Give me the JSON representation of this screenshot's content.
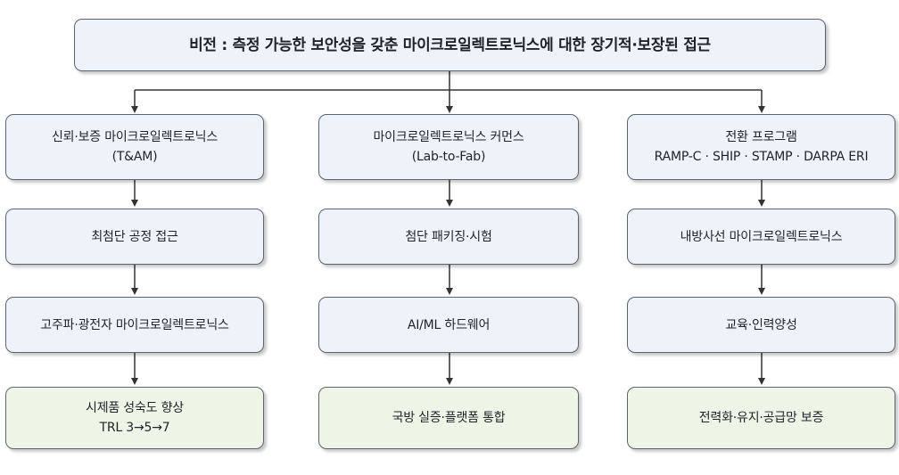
{
  "vision": {
    "text": "비전 : 측정 가능한 보안성을 갖춘 마이크로일렉트로닉스에 대한 장기적·보장된 접근"
  },
  "columns": [
    {
      "header": {
        "line1": "신뢰·보증 마이크로일렉트로닉스",
        "line2": "(T&AM)"
      },
      "steps": [
        "최첨단 공정 접근",
        "고주파·광전자 마이크로일렉트로닉스"
      ],
      "outcome": {
        "line1": "시제품 성숙도 향상",
        "line2": "TRL 3→5→7"
      }
    },
    {
      "header": {
        "line1": "마이크로일렉트로닉스 커먼스",
        "line2": "(Lab-to-Fab)"
      },
      "steps": [
        "첨단 패키징·시험",
        "AI/ML 하드웨어"
      ],
      "outcome": {
        "line1": "국방 실증·플랫폼 통합",
        "line2": ""
      }
    },
    {
      "header": {
        "line1": "전환 프로그램",
        "line2": "RAMP-C · SHIP · STAMP · DARPA ERI"
      },
      "steps": [
        "내방사선 마이크로일렉트로닉스",
        "교육·인력양성"
      ],
      "outcome": {
        "line1": "전력화·유지·공급망 보증",
        "line2": ""
      }
    }
  ],
  "colors": {
    "box_fill": "#eef3f9",
    "outcome_fill": "#eef5e6",
    "border": "#5a6470",
    "connector": "#333333"
  }
}
